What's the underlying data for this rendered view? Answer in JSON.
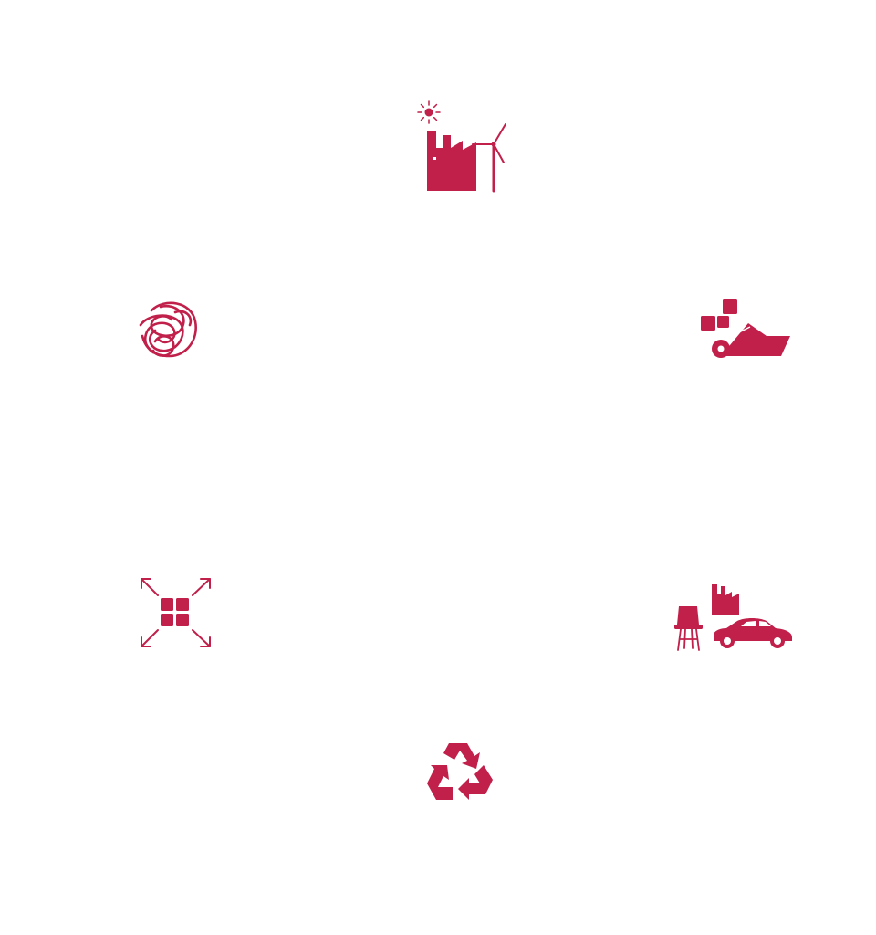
{
  "diagram": {
    "layout": "circular",
    "background": "#ffffff",
    "accent_color": "#c0204a",
    "nodes": [
      {
        "id": "renewable-energy-production",
        "icons": [
          "sun-icon",
          "factory-icon",
          "wind-turbine-icon"
        ]
      },
      {
        "id": "fibres",
        "icons": [
          "fiber-tangle-icon"
        ]
      },
      {
        "id": "fabric-manufacturing",
        "icons": [
          "material-squares-icon",
          "fabric-roll-icon"
        ]
      },
      {
        "id": "end-products",
        "icons": [
          "chair-icon",
          "factory-icon",
          "car-icon"
        ]
      },
      {
        "id": "recycling",
        "icons": [
          "recycle-icon"
        ]
      },
      {
        "id": "expansion",
        "icons": [
          "expand-arrows-icon",
          "grid-squares-icon"
        ]
      }
    ]
  }
}
